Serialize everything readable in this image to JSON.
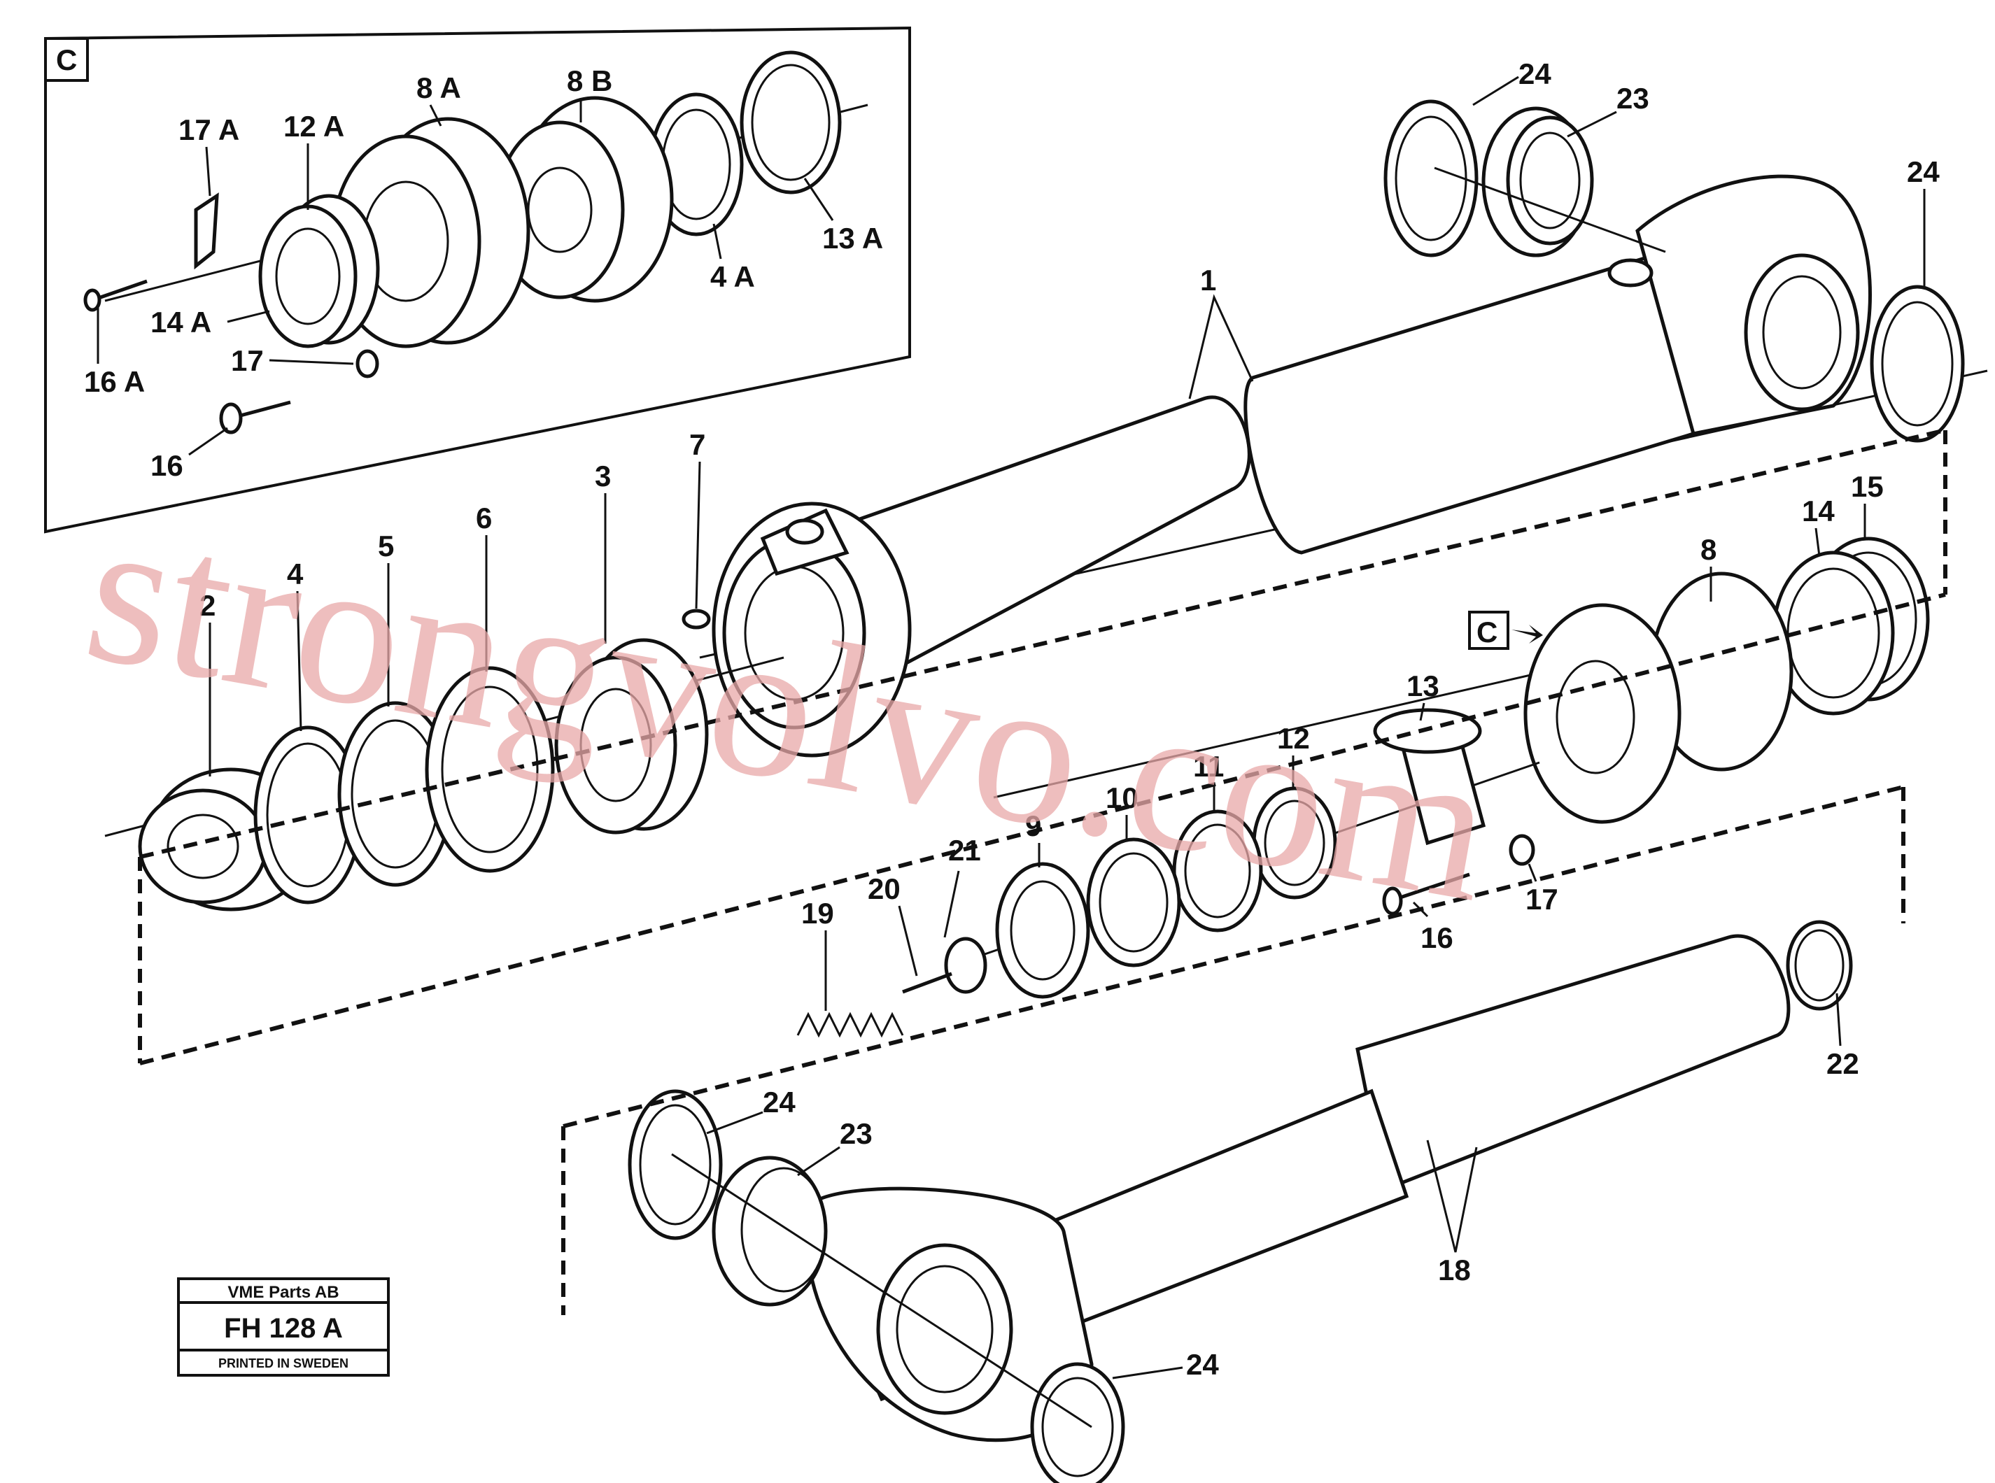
{
  "inset_label": "C",
  "ref_marker": "C",
  "callouts": {
    "c17A": "17 A",
    "c12A": "12 A",
    "c8A": "8 A",
    "c8B": "8 B",
    "c13A": "13 A",
    "c4A": "4 A",
    "c14A": "14 A",
    "c16A": "16 A",
    "c17i": "17",
    "c16i": "16",
    "c24a": "24",
    "c23a": "23",
    "c24b": "24",
    "c1": "1",
    "c2": "2",
    "c4": "4",
    "c5": "5",
    "c6": "6",
    "c3": "3",
    "c7": "7",
    "c8": "8",
    "c14": "14",
    "c15": "15",
    "c13": "13",
    "c12": "12",
    "c11": "11",
    "c10": "10",
    "c9": "9",
    "c21": "21",
    "c20": "20",
    "c19": "19",
    "c16": "16",
    "c17": "17",
    "c22": "22",
    "c24c": "24",
    "c23c": "23",
    "c18": "18",
    "c24d": "24"
  },
  "title_box": {
    "company": "VME Parts AB",
    "drawing_no": "FH 128 A",
    "printed": "PRINTED IN SWEDEN"
  },
  "watermark": "strongvolvo.com"
}
